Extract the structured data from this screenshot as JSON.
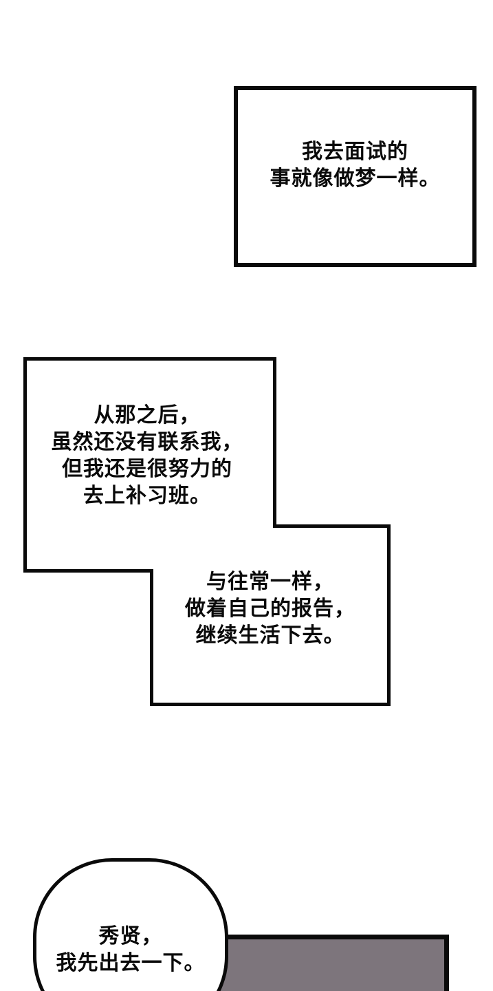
{
  "page_type": "comic-page",
  "colors": {
    "paper": "#ffffff",
    "ink": "#0a0a0a",
    "panel_gray": "#7d757c"
  },
  "panels": {
    "narration1": {
      "lines": [
        "我去面试的",
        "事就像做梦一样。"
      ]
    },
    "narration2": {
      "lines": [
        "从那之后，",
        "虽然还没有联系我，",
        "但我还是很努力的",
        "去上补习班。"
      ]
    },
    "narration3": {
      "lines": [
        "与往常一样，",
        "做着自己的报告，",
        "继续生活下去。"
      ]
    },
    "speech": {
      "lines": [
        "秀贤，",
        "我先出去一下。"
      ]
    }
  }
}
